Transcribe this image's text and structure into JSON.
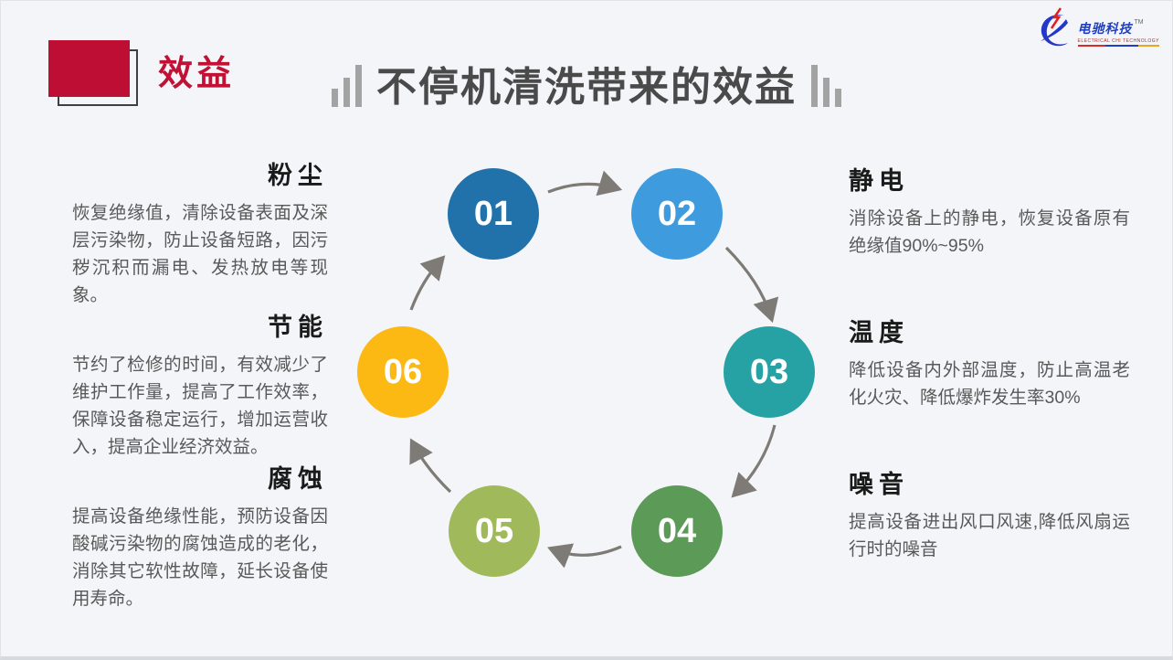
{
  "header": {
    "section_label": "效益",
    "title": "不停机清洗带来的效益"
  },
  "logo": {
    "name": "电驰科技",
    "tm": "TM",
    "caption": "ELECTRICAL CHI TECHNOLOGY"
  },
  "left_items": [
    {
      "title": "粉尘",
      "body": "恢复绝缘值，清除设备表面及深层污染物，防止设备短路，因污秽沉积而漏电、发热放电等现象。"
    },
    {
      "title": "节能",
      "body": "节约了检修的时间，有效减少了维护工作量，提高了工作效率，保障设备稳定运行，增加运营收入，提高企业经济效益。"
    },
    {
      "title": "腐蚀",
      "body": "提高设备绝缘性能，预防设备因酸碱污染物的腐蚀造成的老化，消除其它软性故障，延长设备使用寿命。"
    }
  ],
  "right_items": [
    {
      "title": "静电",
      "body": "消除设备上的静电，恢复设备原有绝缘值90%~95%"
    },
    {
      "title": "温度",
      "body": "降低设备内外部温度，防止高温老化火灾、降低爆炸发生率30%"
    },
    {
      "title": "噪音",
      "body": "提高设备进出风口风速,降低风扇运行时的噪音"
    }
  ],
  "cycle_steps": [
    {
      "number": "01",
      "color": "#2171AA"
    },
    {
      "number": "02",
      "color": "#3E9CDE"
    },
    {
      "number": "03",
      "color": "#26A2A4"
    },
    {
      "number": "04",
      "color": "#5B9A57"
    },
    {
      "number": "05",
      "color": "#A0BA5B"
    },
    {
      "number": "06",
      "color": "#FCB813"
    }
  ],
  "colors": {
    "accent_red": "#BE0E33",
    "title_gray": "#4A4A4A",
    "arrow_gray": "#7E7A76",
    "background": "#F4F5F8"
  }
}
